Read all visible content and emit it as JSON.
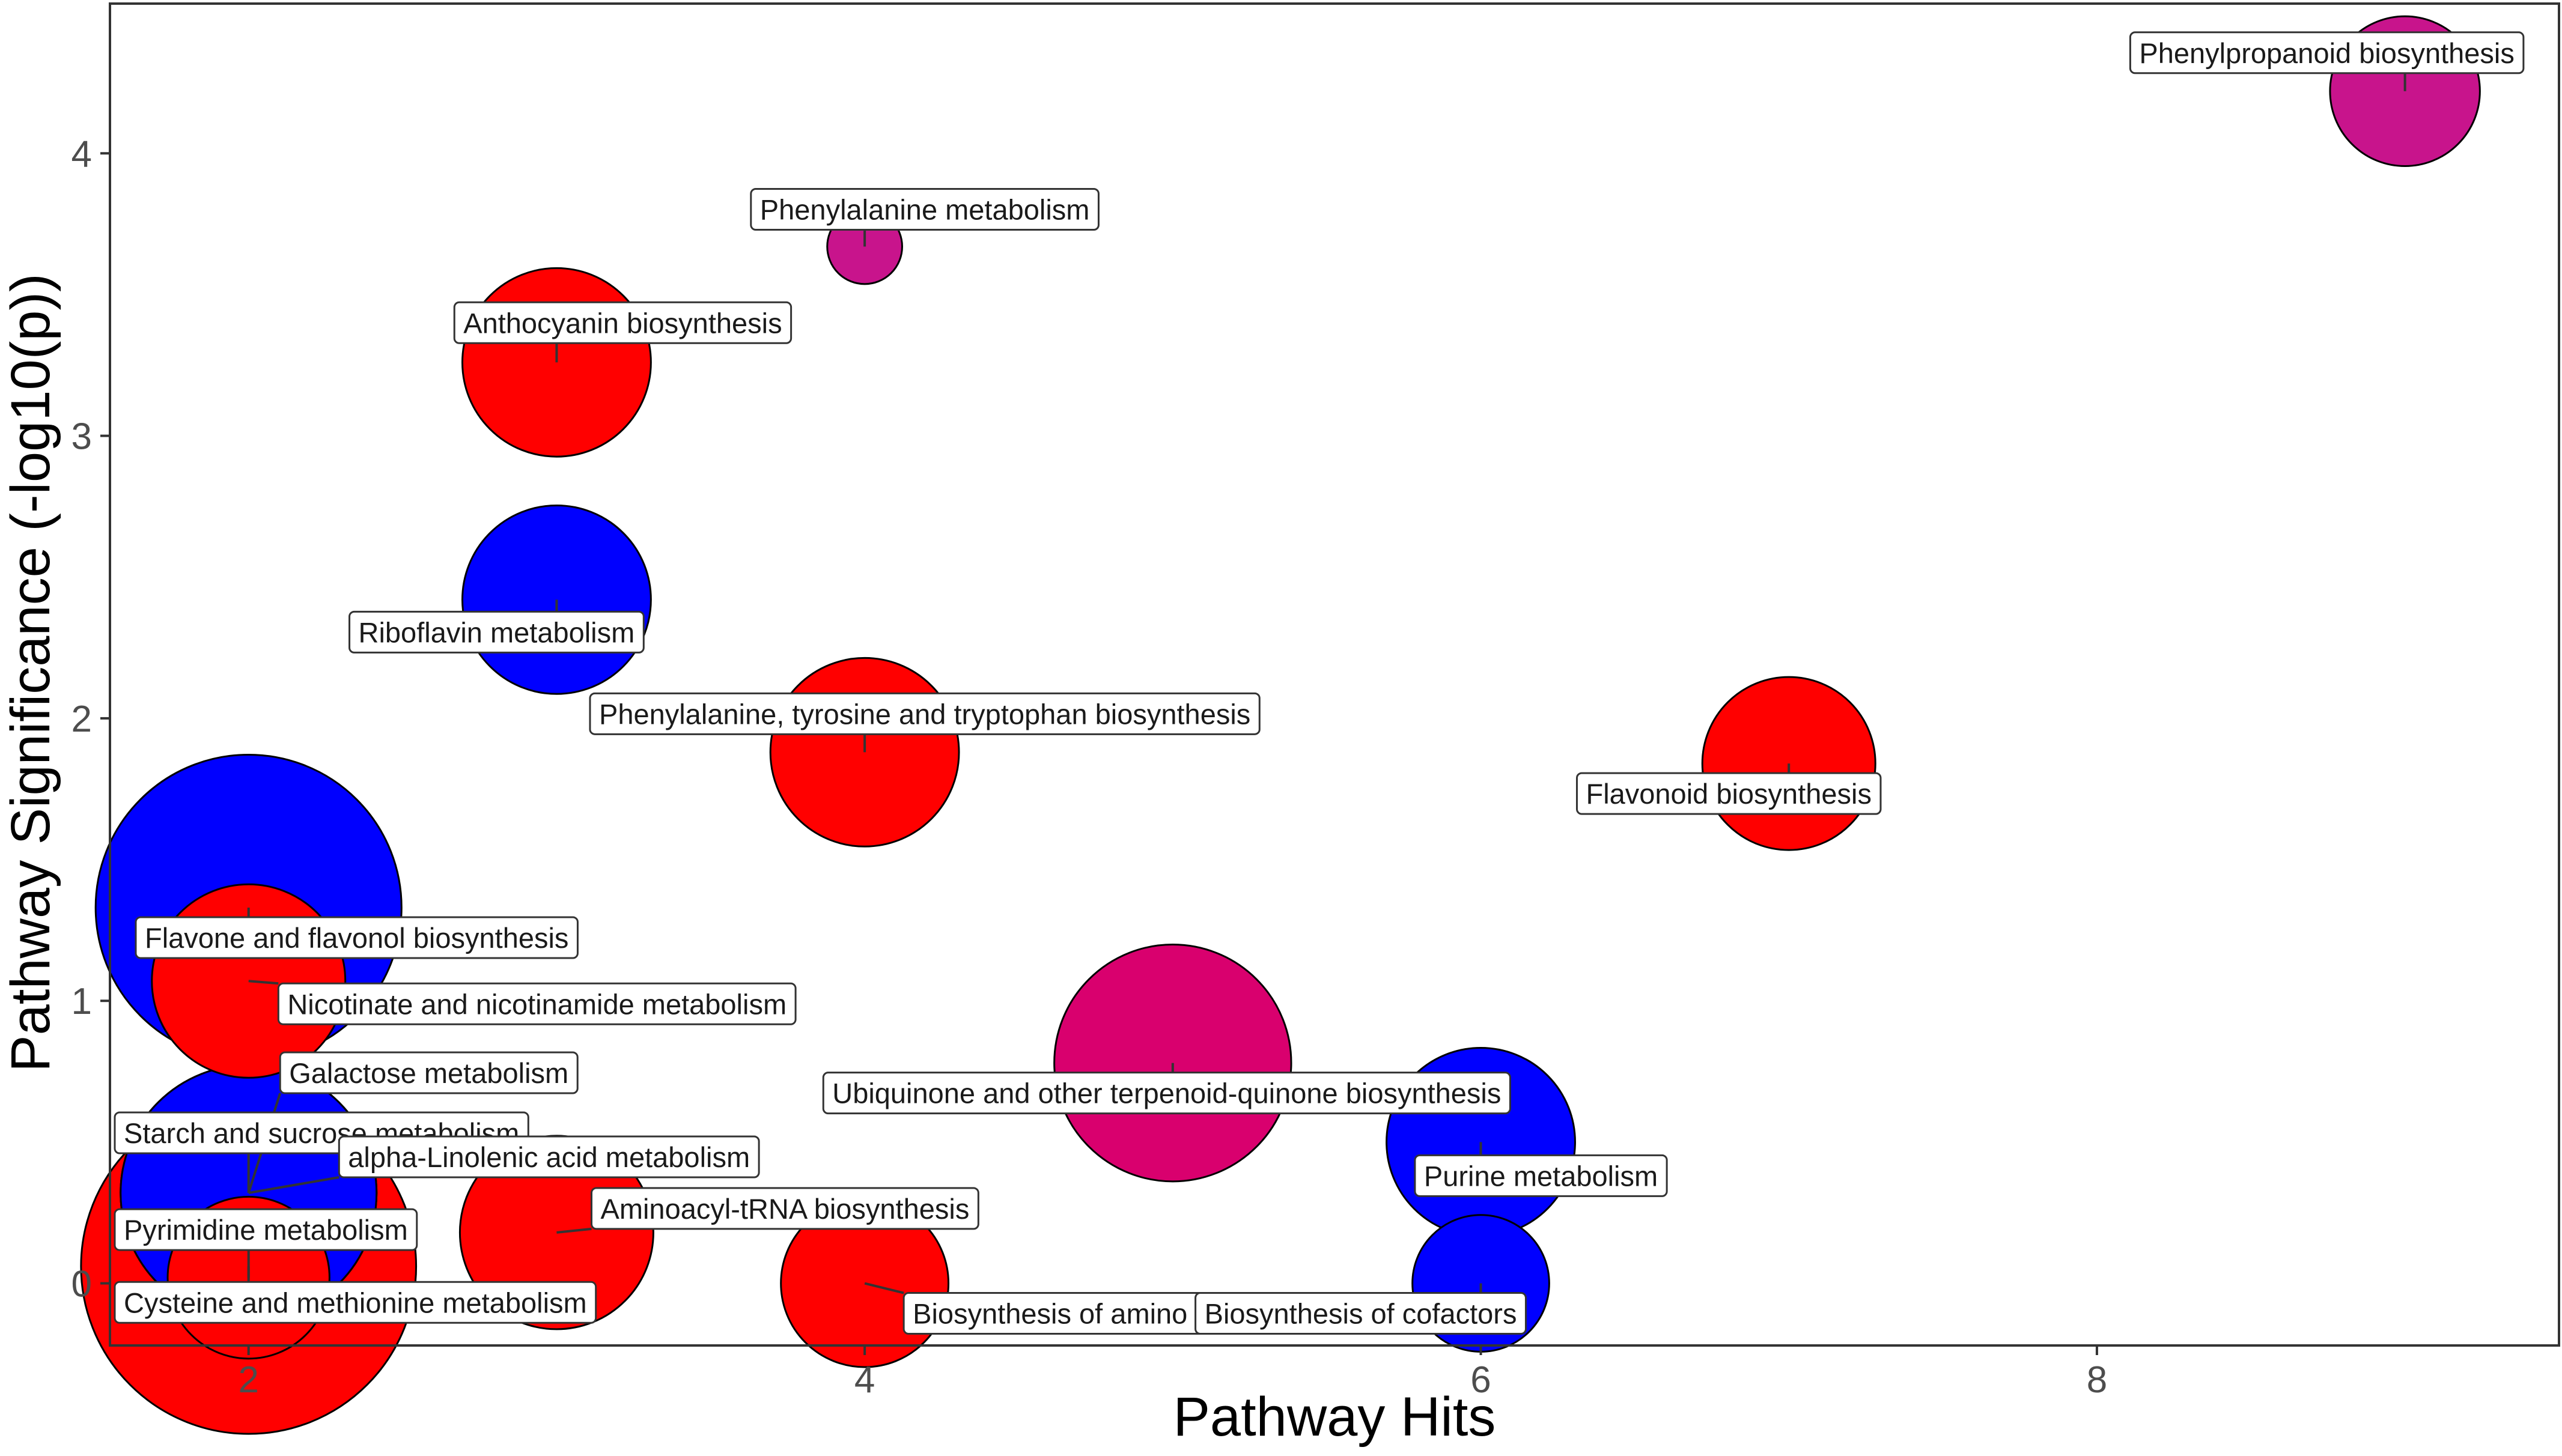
{
  "chart_data": {
    "type": "scatter",
    "xlabel": "Pathway Hits",
    "ylabel": "Pathway Significance (-log10(p))",
    "xlim": [
      1.55,
      9.5
    ],
    "ylim": [
      -0.22,
      4.53
    ],
    "x_ticks": [
      2,
      4,
      6,
      8
    ],
    "y_ticks": [
      0,
      1,
      2,
      3,
      4
    ],
    "grid": false,
    "legend": "none",
    "colors": {
      "red": "#ff0000",
      "blue": "#0000ff",
      "magenta": "#d9006e",
      "purple_magenta": "#c8148c"
    },
    "points": [
      {
        "label": "Phenylpropanoid biosynthesis",
        "x": 9,
        "y": 4.22,
        "size": 0.12,
        "color": "#c8148c"
      },
      {
        "label": "Phenylalanine metabolism",
        "x": 4,
        "y": 3.67,
        "size": 0.03,
        "color": "#c8148c"
      },
      {
        "label": "Anthocyanin biosynthesis",
        "x": 3,
        "y": 3.26,
        "size": 0.19,
        "color": "#ff0000"
      },
      {
        "label": "Riboflavin metabolism",
        "x": 3,
        "y": 2.42,
        "size": 0.19,
        "color": "#0000ff"
      },
      {
        "label": "Phenylalanine, tyrosine and tryptophan biosynthesis",
        "x": 4,
        "y": 1.88,
        "size": 0.19,
        "color": "#ff0000"
      },
      {
        "label": "Flavonoid biosynthesis",
        "x": 7,
        "y": 1.84,
        "size": 0.16,
        "color": "#ff0000"
      },
      {
        "label": "Flavone and flavonol biosynthesis",
        "x": 2,
        "y": 1.33,
        "size": 0.5,
        "color": "#0000ff"
      },
      {
        "label": "Nicotinate and nicotinamide metabolism",
        "x": 2,
        "y": 1.07,
        "size": 0.2,
        "color": "#ff0000"
      },
      {
        "label": "Ubiquinone and other terpenoid-quinone biosynthesis",
        "x": 5,
        "y": 0.78,
        "size": 0.3,
        "color": "#d9006e"
      },
      {
        "label": "Purine metabolism",
        "x": 6,
        "y": 0.5,
        "size": 0.19,
        "color": "#0000ff"
      },
      {
        "label": "Galactose metabolism",
        "x": 2,
        "y": 0.32,
        "size": 0.35,
        "color": "#0000ff"
      },
      {
        "label": "Starch and sucrose metabolism",
        "x": 2,
        "y": 0.32,
        "size": 0.35,
        "color": "#0000ff"
      },
      {
        "label": "alpha-Linolenic acid metabolism",
        "x": 2,
        "y": 0.32,
        "size": 0.35,
        "color": "#0000ff"
      },
      {
        "label": "Aminoacyl-tRNA biosynthesis",
        "x": 3,
        "y": 0.18,
        "size": 0.2,
        "color": "#ff0000"
      },
      {
        "label": "Pyrimidine metabolism",
        "x": 2,
        "y": 0.02,
        "size": 0.14,
        "color": "#ff0000"
      },
      {
        "label": "Cysteine and methionine metabolism",
        "x": 2,
        "y": 0.06,
        "size": 0.6,
        "color": "#ff0000"
      },
      {
        "label": "Biosynthesis of amino acids",
        "x": 4,
        "y": 0.0,
        "size": 0.15,
        "color": "#ff0000"
      },
      {
        "label": "Biosynthesis of cofactors",
        "x": 6,
        "y": 0.0,
        "size": 0.1,
        "color": "#0000ff"
      }
    ]
  }
}
